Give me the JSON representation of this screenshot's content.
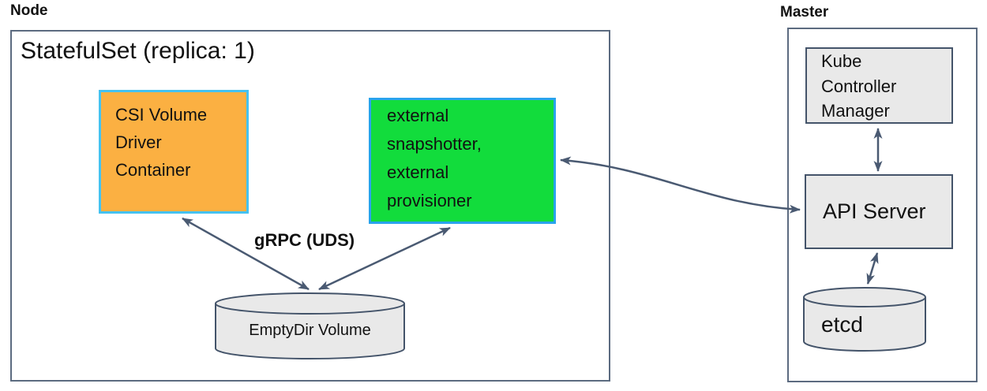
{
  "diagram": {
    "node_section": {
      "label": "Node",
      "statefulset_title": "StatefulSet (replica: 1)",
      "csi_driver_label": "CSI Volume Driver Container",
      "sidecar_label": "external snapshotter, external provisioner",
      "grpc_label": "gRPC (UDS)",
      "emptydir_label": "EmptyDir Volume"
    },
    "master_section": {
      "label": "Master",
      "kcm_label": "Kube Controller Manager",
      "api_server_label": "API Server",
      "etcd_label": "etcd"
    },
    "connections": [
      {
        "from": "CSI Volume Driver Container",
        "to": "EmptyDir Volume",
        "bidirectional": true,
        "label": "gRPC (UDS)"
      },
      {
        "from": "external snapshotter, external provisioner",
        "to": "EmptyDir Volume",
        "bidirectional": true,
        "label": "gRPC (UDS)"
      },
      {
        "from": "external snapshotter, external provisioner",
        "to": "API Server",
        "bidirectional": true
      },
      {
        "from": "Kube Controller Manager",
        "to": "API Server",
        "bidirectional": true
      },
      {
        "from": "API Server",
        "to": "etcd",
        "bidirectional": true
      }
    ],
    "colors": {
      "csi_driver_fill": "#FBB042",
      "csi_driver_border": "#45C2F0",
      "sidecar_fill": "#12DC3C",
      "sidecar_border": "#29A3EC",
      "arrow": "#4A5A72",
      "gray_fill": "#E9E9E9",
      "dark_border": "#44546A",
      "outer_border": "#5C6B80",
      "text": "#111111"
    }
  }
}
